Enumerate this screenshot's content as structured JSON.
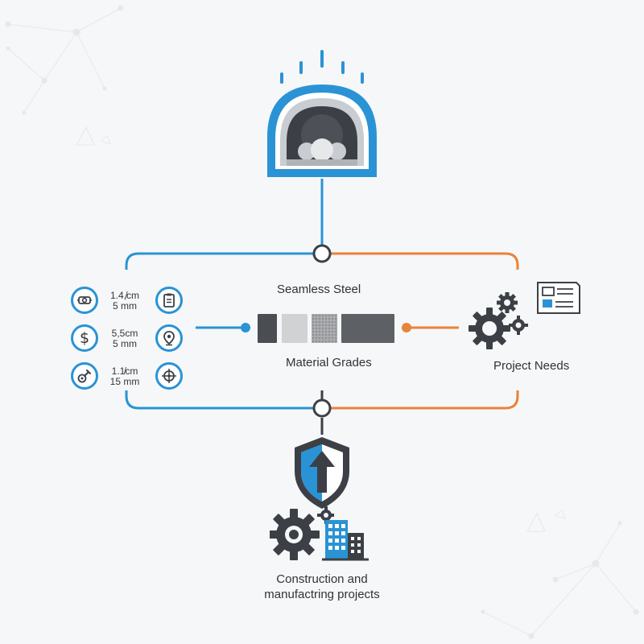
{
  "center": {
    "title": "Seamless Steel",
    "caption": "Material Grades",
    "swatches": [
      {
        "name": "dark-steel",
        "color": "#4a4d52"
      },
      {
        "name": "light-steel",
        "color": "#d0d2d4"
      },
      {
        "name": "textured-steel",
        "color": "#a9abae"
      },
      {
        "name": "graphite-steel",
        "color": "#5d6065"
      }
    ]
  },
  "left_panel": {
    "rows": [
      {
        "left_icon": "pipe-icon",
        "line1": "1.4,̸cm",
        "line2": "5 mm",
        "right_icon": "clipboard-icon"
      },
      {
        "left_icon": "dollar-icon",
        "line1": "5,5cm",
        "line2": "5 mm",
        "right_icon": "location-pin-icon"
      },
      {
        "left_icon": "wrench-icon",
        "line1": "1.1̸cm",
        "line2": "15 mm",
        "right_icon": "target-icon"
      }
    ]
  },
  "right_panel": {
    "label": "Project Needs",
    "icons": [
      "gears-icon",
      "blueprint-icon"
    ]
  },
  "bottom": {
    "line1": "Construction and",
    "line2": "manufactring projects",
    "icons": [
      "shield-arrow-icon",
      "gear-icon",
      "building-icon"
    ]
  },
  "colors": {
    "blue": "#2a93d5",
    "orange": "#e8833a",
    "dark": "#3c4046",
    "light_gray": "#c9ccd0"
  }
}
